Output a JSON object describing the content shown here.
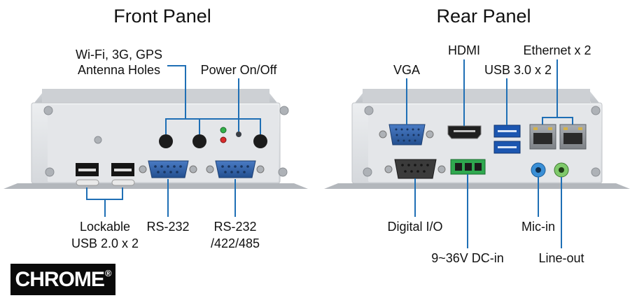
{
  "front": {
    "title": "Front Panel",
    "labels": {
      "antenna_line1": "Wi-Fi, 3G, GPS",
      "antenna_line2": "Antenna Holes",
      "power": "Power On/Off",
      "usb_line1": "Lockable",
      "usb_line2": "USB 2.0 x 2",
      "rs232": "RS-232",
      "rs232b_line1": "RS-232",
      "rs232b_line2": "/422/485"
    }
  },
  "rear": {
    "title": "Rear Panel",
    "labels": {
      "vga": "VGA",
      "hdmi": "HDMI",
      "usb30": "USB 3.0 x 2",
      "ethernet": "Ethernet x 2",
      "dio": "Digital I/O",
      "dcin": "9~36V DC-in",
      "micin": "Mic-in",
      "lineout": "Line-out"
    }
  },
  "brand": {
    "name": "CHROME",
    "mark": "®"
  },
  "colors": {
    "callout": "#1f6fb5",
    "chassis": "#dfe1e4",
    "fin": "#c9ccd0",
    "db9": "#2e5fa3"
  }
}
